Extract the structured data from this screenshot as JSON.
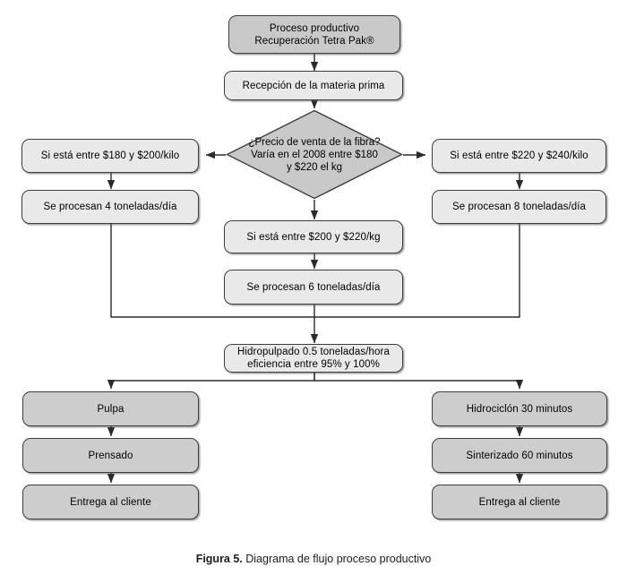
{
  "figure": {
    "caption_label": "Figura 5.",
    "caption_text": " Diagrama de flujo proceso productivo"
  },
  "colors": {
    "fill_dark": "#c9c9c9",
    "fill_mid": "#cdcdcd",
    "fill_light": "#e9e9e9",
    "stroke": "#3d3d3d",
    "edge": "#2b2b2b",
    "background": "#ffffff"
  },
  "chart_data": {
    "type": "diagram",
    "title": "Diagrama de flujo proceso productivo",
    "nodes": [
      {
        "id": "start",
        "shape": "rounded-rect",
        "label": "Proceso productivo\nRecuperación Tetra Pak®"
      },
      {
        "id": "recepcion",
        "shape": "rounded-rect",
        "label": "Recepción de la materia prima"
      },
      {
        "id": "decision",
        "shape": "diamond",
        "label": "¿Precio de venta de la fibra?\nVaría en el 2008 entre $180\ny $220 el kg"
      },
      {
        "id": "rango_bajo",
        "shape": "rounded-rect",
        "label": "Si está entre $180 y $200/kilo"
      },
      {
        "id": "ton4",
        "shape": "rounded-rect",
        "label": "Se procesan 4 toneladas/día"
      },
      {
        "id": "rango_medio",
        "shape": "rounded-rect",
        "label": "Si está entre $200 y $220/kg"
      },
      {
        "id": "ton6",
        "shape": "rounded-rect",
        "label": "Se procesan 6 toneladas/día"
      },
      {
        "id": "rango_alto",
        "shape": "rounded-rect",
        "label": "Si está entre $220 y $240/kilo"
      },
      {
        "id": "ton8",
        "shape": "rounded-rect",
        "label": "Se procesan 8 toneladas/día"
      },
      {
        "id": "hidropulpado",
        "shape": "rounded-rect",
        "label": "Hidropulpado 0.5 toneladas/hora\neficiencia entre 95% y 100%"
      },
      {
        "id": "pulpa",
        "shape": "rounded-rect",
        "label": "Pulpa"
      },
      {
        "id": "prensado",
        "shape": "rounded-rect",
        "label": "Prensado"
      },
      {
        "id": "entrega_izq",
        "shape": "rounded-rect",
        "label": "Entrega al cliente"
      },
      {
        "id": "hidrociclon",
        "shape": "rounded-rect",
        "label": "Hidrociclón 30 minutos"
      },
      {
        "id": "sinterizado",
        "shape": "rounded-rect",
        "label": "Sinterizado 60 minutos"
      },
      {
        "id": "entrega_der",
        "shape": "rounded-rect",
        "label": "Entrega al cliente"
      }
    ],
    "edges": [
      {
        "from": "start",
        "to": "recepcion"
      },
      {
        "from": "recepcion",
        "to": "decision"
      },
      {
        "from": "decision",
        "to": "rango_bajo"
      },
      {
        "from": "decision",
        "to": "rango_medio"
      },
      {
        "from": "decision",
        "to": "rango_alto"
      },
      {
        "from": "rango_bajo",
        "to": "ton4"
      },
      {
        "from": "rango_medio",
        "to": "ton6"
      },
      {
        "from": "rango_alto",
        "to": "ton8"
      },
      {
        "from": "ton4",
        "to": "hidropulpado"
      },
      {
        "from": "ton6",
        "to": "hidropulpado"
      },
      {
        "from": "ton8",
        "to": "hidropulpado"
      },
      {
        "from": "hidropulpado",
        "to": "pulpa"
      },
      {
        "from": "hidropulpado",
        "to": "hidrociclon"
      },
      {
        "from": "pulpa",
        "to": "prensado"
      },
      {
        "from": "prensado",
        "to": "entrega_izq"
      },
      {
        "from": "hidrociclon",
        "to": "sinterizado"
      },
      {
        "from": "sinterizado",
        "to": "entrega_der"
      }
    ]
  },
  "nodes": {
    "start": {
      "line1": "Proceso productivo",
      "line2": "Recuperación Tetra Pak®"
    },
    "recepcion": {
      "label": "Recepción de la materia prima"
    },
    "decision": {
      "line1": "¿Precio de venta de la fibra?",
      "line2": "Varía en el 2008 entre $180",
      "line3": "y $220 el kg"
    },
    "rango_bajo": {
      "label": "Si está entre $180 y $200/kilo"
    },
    "ton4": {
      "label": "Se procesan 4 toneladas/día"
    },
    "rango_medio": {
      "label": "Si está entre $200 y $220/kg"
    },
    "ton6": {
      "label": "Se procesan 6 toneladas/día"
    },
    "rango_alto": {
      "label": "Si está entre $220 y $240/kilo"
    },
    "ton8": {
      "label": "Se procesan 8 toneladas/día"
    },
    "hidropulpado": {
      "line1": "Hidropulpado 0.5 toneladas/hora",
      "line2": "eficiencia entre 95% y 100%"
    },
    "pulpa": {
      "label": "Pulpa"
    },
    "prensado": {
      "label": "Prensado"
    },
    "entrega_izq": {
      "label": "Entrega al cliente"
    },
    "hidrociclon": {
      "label": "Hidrociclón 30 minutos"
    },
    "sinterizado": {
      "label": "Sinterizado 60 minutos"
    },
    "entrega_der": {
      "label": "Entrega al cliente"
    }
  }
}
